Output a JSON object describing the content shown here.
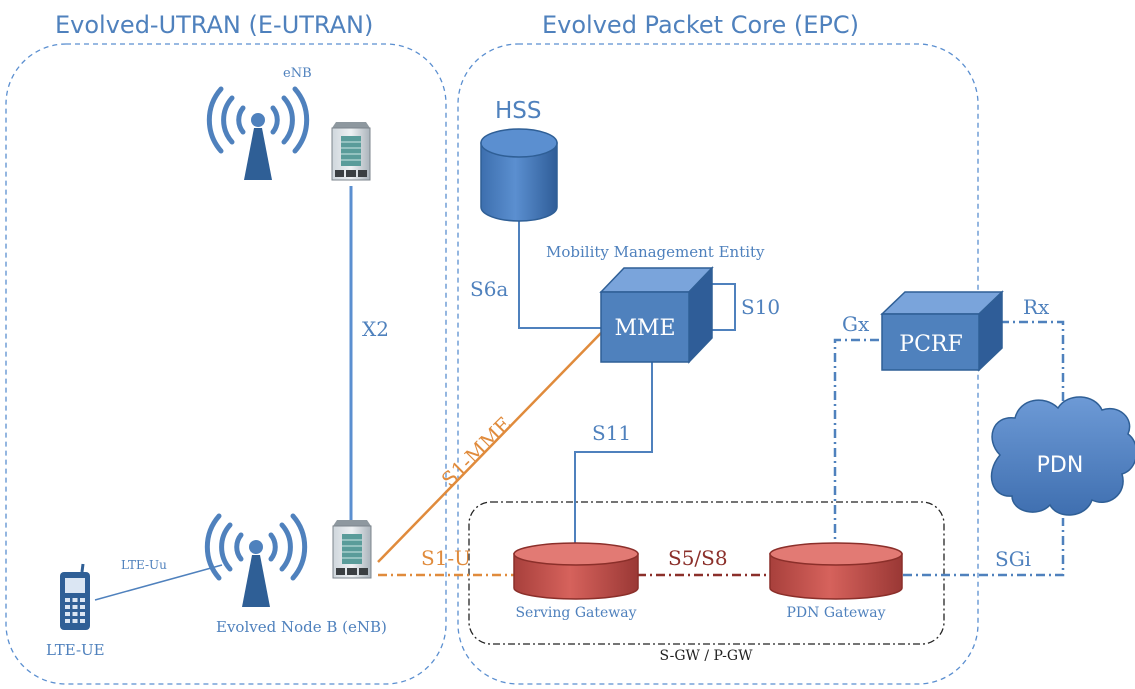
{
  "regions": {
    "eutran_title": "Evolved-UTRAN (E-UTRAN)",
    "epc_title": "Evolved Packet Core (EPC)",
    "gw_group_label": "S-GW / P-GW"
  },
  "nodes": {
    "enb_top_label": "eNB",
    "enb_bottom_label": "Evolved Node B (eNB)",
    "ue_label": "LTE-UE",
    "hss_label": "HSS",
    "mme_caption": "Mobility Management Entity",
    "mme_label": "MME",
    "pcrf_label": "PCRF",
    "pdn_label": "PDN",
    "sgw_label": "Serving Gateway",
    "pgw_label": "PDN Gateway"
  },
  "interfaces": {
    "x2": "X2",
    "lte_uu": "LTE-Uu",
    "s6a": "S6a",
    "s10": "S10",
    "s11": "S11",
    "s1_mme": "S1-MME",
    "s1_u": "S1-U",
    "s5_s8": "S5/S8",
    "gx": "Gx",
    "rx": "Rx",
    "sgi": "SGi"
  },
  "colors": {
    "region_border": "#4f81bd",
    "region_title": "#4f81bd",
    "node_blue": "#4f81bd",
    "node_blue_dark": "#2f5f96",
    "gateway_red": "#c0504d",
    "s1_orange": "#e08b3c",
    "s5_dark_red": "#8b2f2a"
  },
  "icons": {
    "antenna": "antenna-tower-icon",
    "enb_cabinet": "enb-cabinet-icon",
    "phone": "mobile-phone-icon",
    "database": "database-cylinder-icon",
    "cube": "cube-icon",
    "cloud": "cloud-icon"
  }
}
